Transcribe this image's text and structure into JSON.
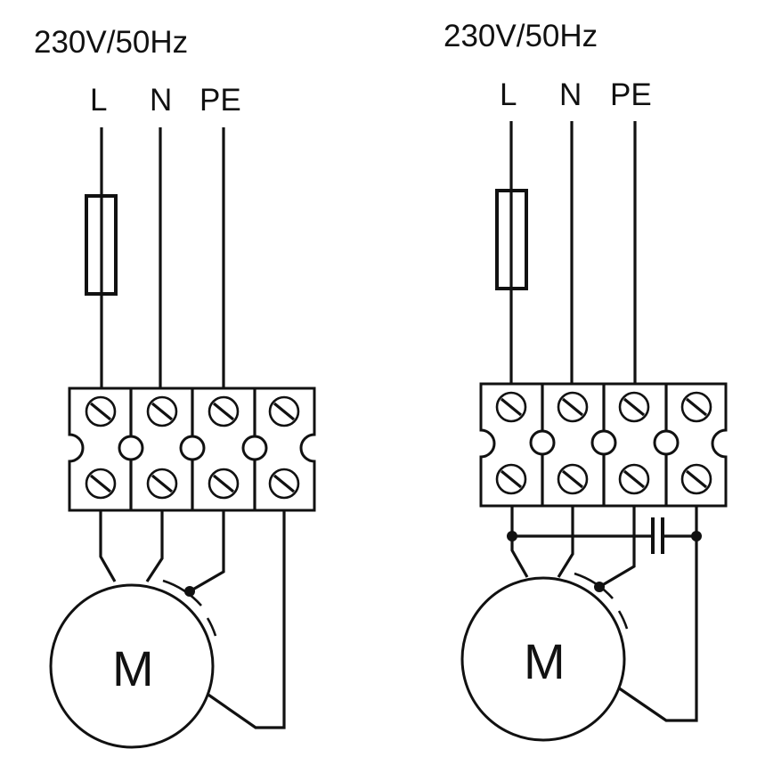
{
  "diagrams": [
    {
      "id": "without-capacitor",
      "supply_label": "230V/50Hz",
      "conductors": [
        "L",
        "N",
        "PE"
      ],
      "has_fuse_on": "L",
      "terminal_count": 4,
      "motor_label": "M",
      "has_capacitor": false
    },
    {
      "id": "with-capacitor",
      "supply_label": "230V/50Hz",
      "conductors": [
        "L",
        "N",
        "PE"
      ],
      "has_fuse_on": "L",
      "terminal_count": 4,
      "motor_label": "M",
      "has_capacitor": true
    }
  ],
  "colors": {
    "line": "#111111",
    "background": "#ffffff"
  }
}
